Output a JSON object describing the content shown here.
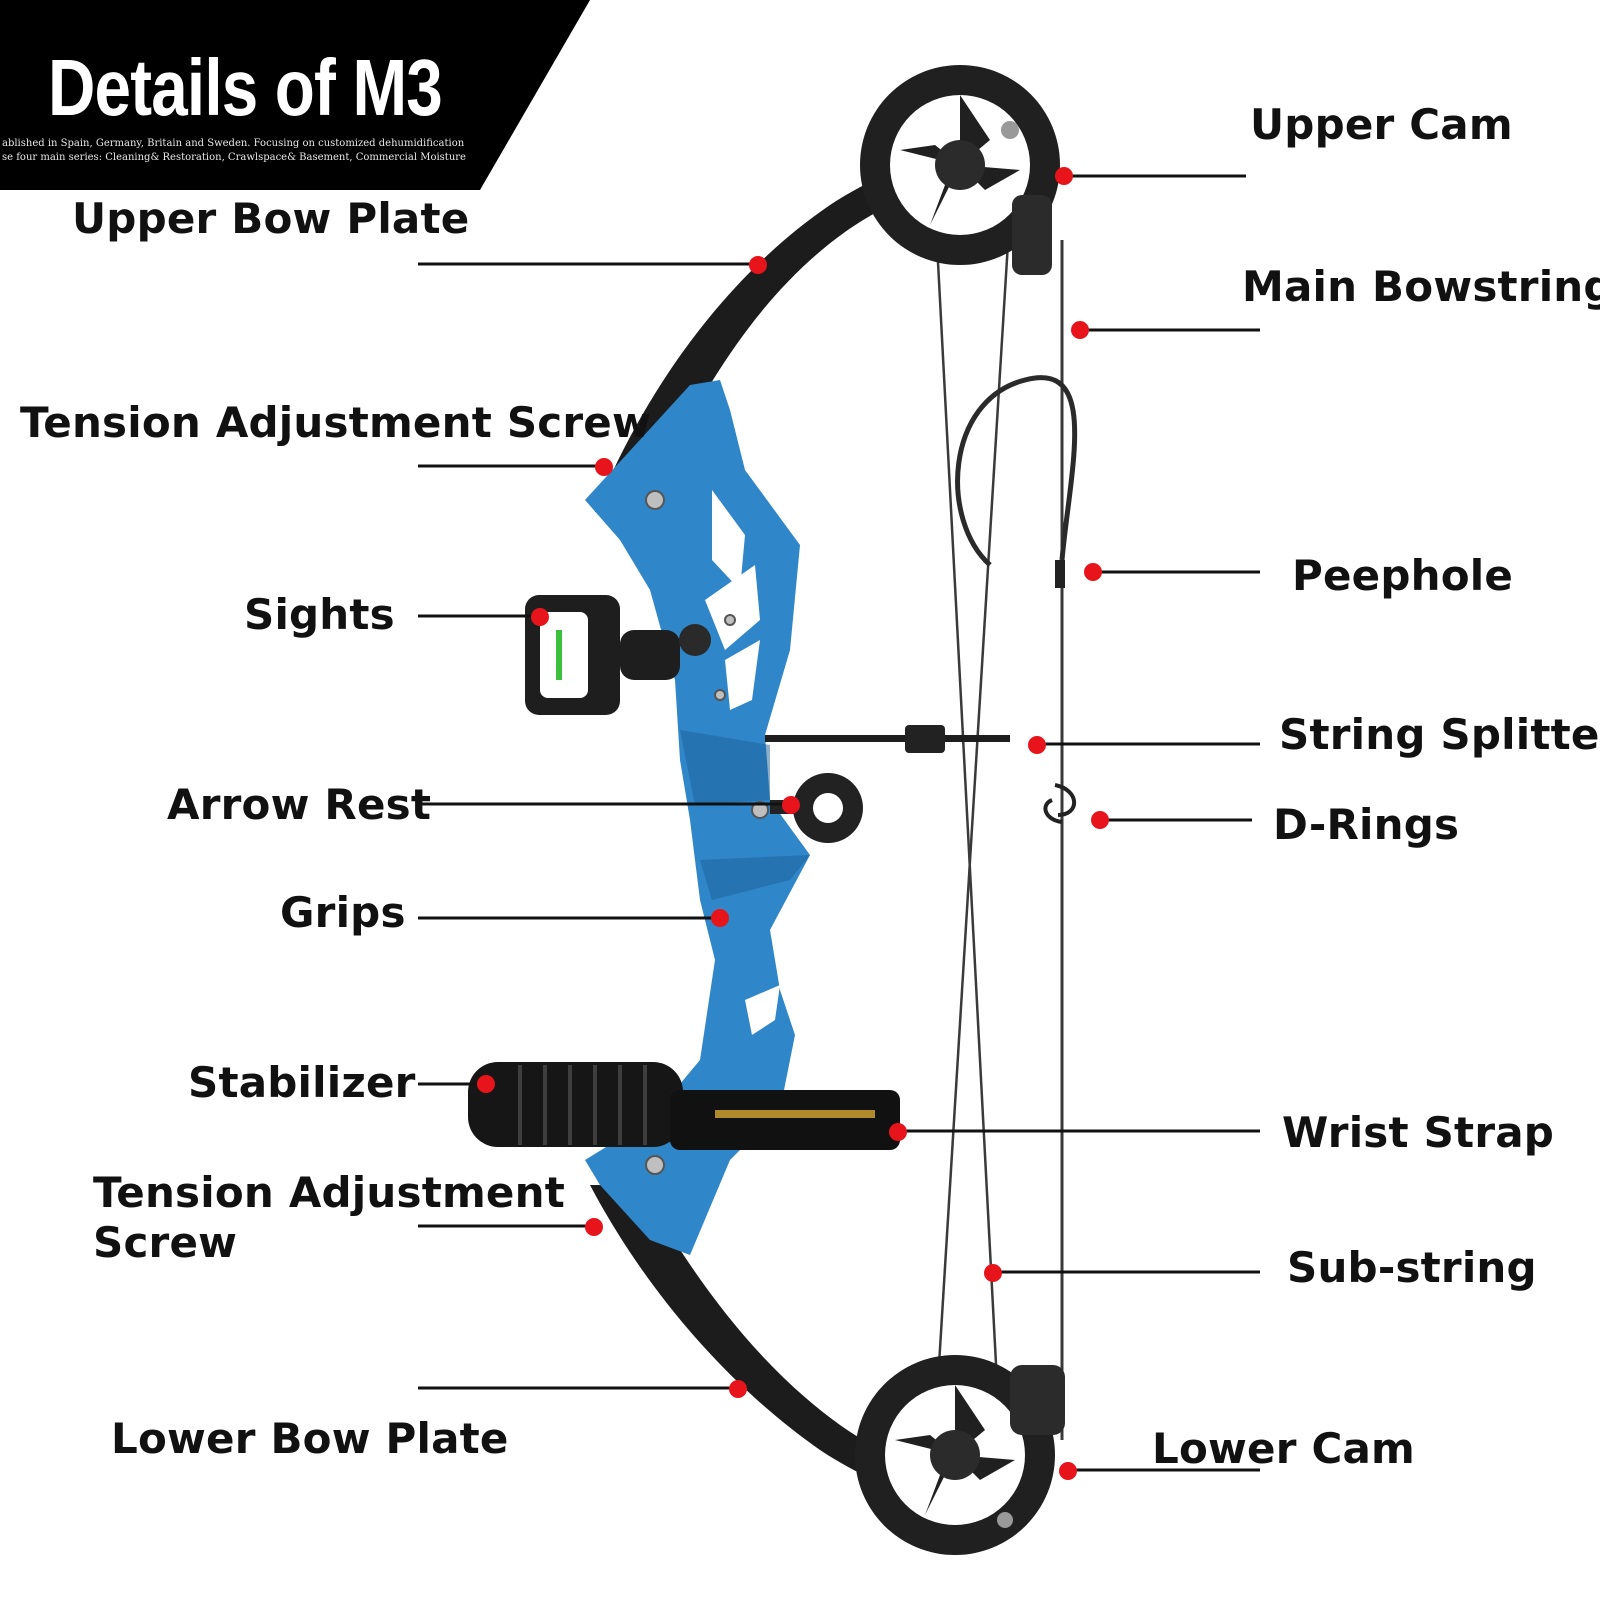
{
  "banner": {
    "title": "Details of M3",
    "subtitle_line1": "ablished in Spain, Germany, Britain and Sweden. Focusing on customized dehumidification",
    "subtitle_line2": "se four main series: Cleaning& Restoration, Crawlspace& Basement, Commercial Moisture"
  },
  "colors": {
    "banner_bg": "#000000",
    "riser": "#2f86c9",
    "riser_dark": "#1c5f97",
    "limb": "#1c1c1c",
    "marker": "#e8141b",
    "leader_line": "#111111",
    "string": "#3a3a3a"
  },
  "labels": {
    "upper_bow_plate": "Upper Bow Plate",
    "tension_screw_upper": "Tension Adjustment Screw",
    "sights": "Sights",
    "arrow_rest": "Arrow Rest",
    "grips": "Grips",
    "stabilizer": "Stabilizer",
    "tension_screw_lower_1": "Tension Adjustment",
    "tension_screw_lower_2": "Screw",
    "lower_bow_plate": "Lower Bow Plate",
    "upper_cam": "Upper Cam",
    "main_bowstring": "Main Bowstring",
    "peephole": "Peephole",
    "string_splitter": "String Splitter",
    "d_rings": "D-Rings",
    "wrist_strap": "Wrist Strap",
    "sub_string": "Sub-string",
    "lower_cam": "Lower Cam"
  }
}
